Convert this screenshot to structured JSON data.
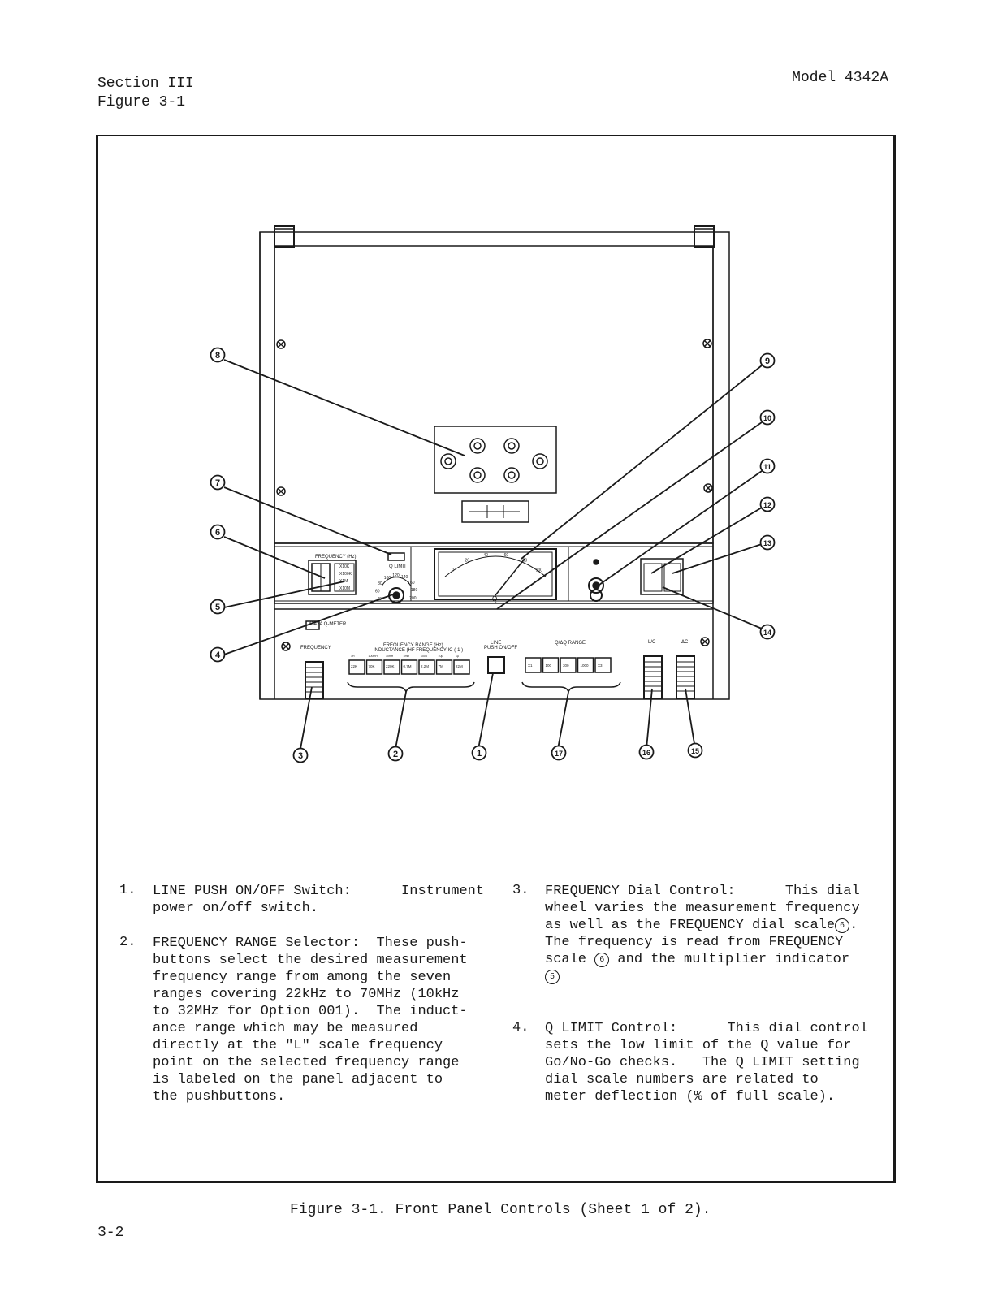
{
  "header": {
    "section": "Section III",
    "figure_ref": "Figure 3-1",
    "model": "Model 4342A"
  },
  "panel": {
    "model_label": "4342A Q-METER",
    "frequency_label": "FREQUENCY",
    "frequency_mhz_label": "FREQUENCY (Hz)",
    "range_title": "FREQUENCY RANGE (Hz)",
    "range_subtitle": "INDUCTANCE (HF FREQUENCY IC (-1 )",
    "line_label": "LINE",
    "line_sub": "PUSH ON/OFF",
    "qrange_label": "Q/ΔQ RANGE",
    "lc_label": "L/C",
    "dc_label": "ΔC",
    "qlimit_label": "Q LIMIT",
    "qlimit_scale": [
      "40",
      "60",
      "80",
      "100",
      "120",
      "140",
      "160",
      "180",
      "200"
    ],
    "range_buttons": [
      "22K",
      "70K",
      "220K",
      "0.7M",
      "2.2M",
      "7M",
      "22M"
    ],
    "range_sub": [
      "1H",
      "100mH",
      "10mH",
      "1mH",
      "100μ",
      "10μ",
      "1μ"
    ],
    "qrange_buttons": [
      "X1",
      "100",
      "300",
      "1000",
      "X3"
    ],
    "multiplier": [
      "X10K",
      "X100K",
      "X1M",
      "X10M"
    ],
    "meter_scale": [
      "0",
      "20",
      "40",
      "60",
      "80",
      "100"
    ],
    "meter_letter": "Q"
  },
  "callouts": [
    "1",
    "2",
    "3",
    "4",
    "5",
    "6",
    "7",
    "8",
    "9",
    "10",
    "11",
    "12",
    "13",
    "14",
    "15",
    "16",
    "17"
  ],
  "descriptions": [
    {
      "number": "1.",
      "text": "LINE PUSH ON/OFF Switch:      Instrument\npower on/off switch."
    },
    {
      "number": "2.",
      "text": "FREQUENCY RANGE Selector:  These push-\nbuttons select the desired measurement\nfrequency range from among the seven\nranges covering 22kHz to 70MHz (10kHz\nto 32MHz for Option 001).  The induct-\nance range which may be measured\ndirectly at the \"L\" scale frequency\npoint on the selected frequency range\nis labeled on the panel adjacent to\nthe pushbuttons."
    },
    {
      "number": "3.",
      "text": "FREQUENCY Dial Control:      This dial\nwheel varies the measurement frequency\nas well as the FREQUENCY dial scale",
      "ref1": "6",
      "text_b": ".\nThe frequency is read from FREQUENCY\nscale ",
      "ref2": "6",
      "text_c": " and the multiplier indicator\n",
      "ref3": "5"
    },
    {
      "number": "4.",
      "text": "Q LIMIT Control:      This dial control\nsets the low limit of the Q value for\nGo/No-Go checks.   The Q LIMIT setting\ndial scale numbers are related to\nmeter deflection (% of full scale)."
    }
  ],
  "caption": "Figure 3-1.  Front Panel Controls (Sheet 1 of 2).",
  "page_number": "3-2"
}
